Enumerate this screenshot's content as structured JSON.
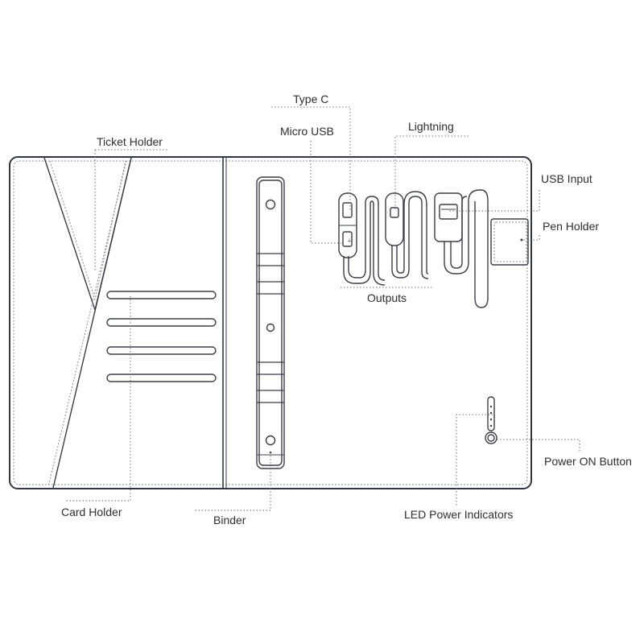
{
  "labels": {
    "type_c": "Type C",
    "micro_usb": "Micro USB",
    "lightning": "Lightning",
    "ticket_holder": "Ticket Holder",
    "usb_input": "USB Input",
    "pen_holder": "Pen Holder",
    "outputs": "Outputs",
    "power_on_button": "Power ON Button",
    "card_holder": "Card Holder",
    "binder": "Binder",
    "led_power_indicators": "LED Power Indicators"
  },
  "colors": {
    "line": "#2f3640",
    "stitch": "#8a8f96",
    "text": "#2b2e33",
    "background": "#ffffff"
  }
}
